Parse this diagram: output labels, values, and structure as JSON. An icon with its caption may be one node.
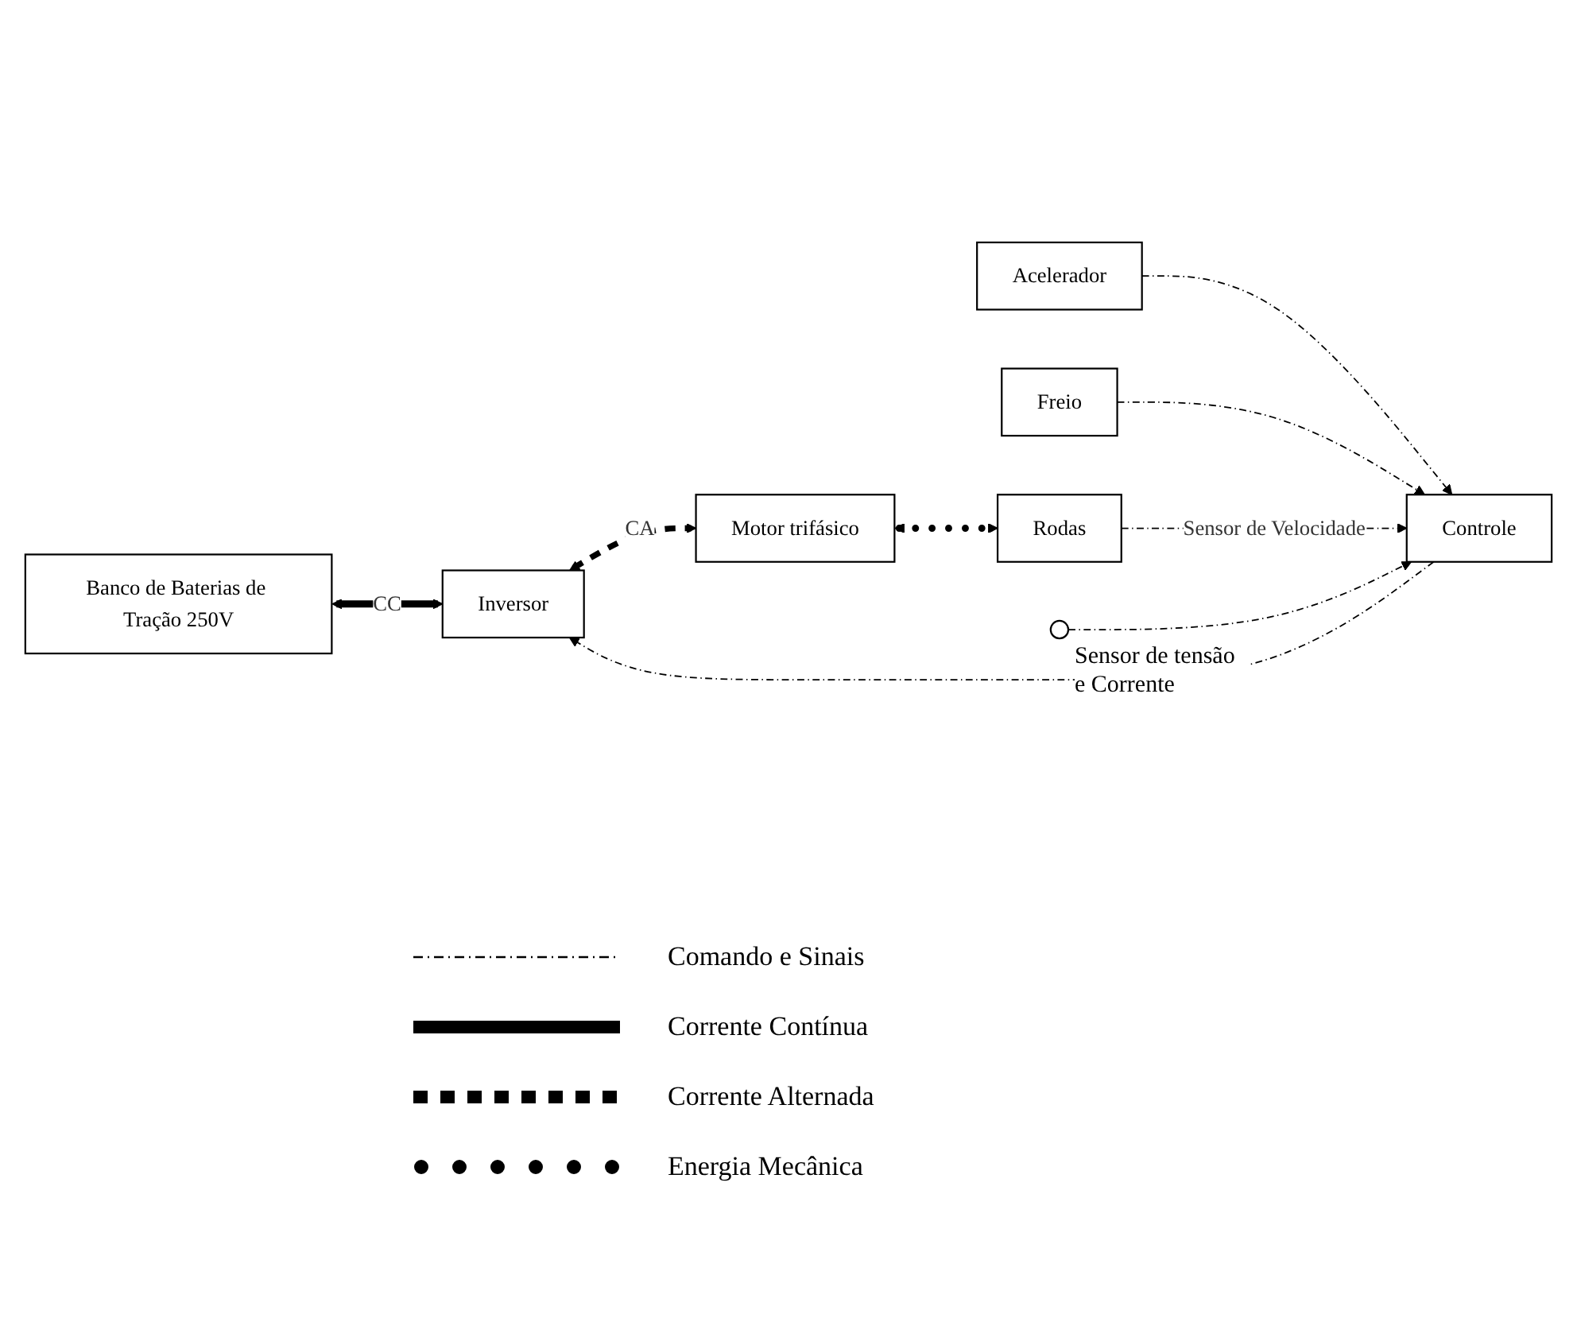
{
  "diagram": {
    "nodes": [
      {
        "text": [
          "Banco de Baterias de Tração 250V"
        ]
      },
      {
        "text": [
          "Inversor"
        ]
      },
      {
        "text": [],
        "shape": "circle",
        "beside": [
          "Sensor de tensão e Corrente"
        ]
      },
      {
        "text": [
          "Motor trifásico"
        ]
      },
      {
        "text": [
          "Acelerador"
        ]
      },
      {
        "text": [
          "Controle"
        ]
      },
      {
        "text": [
          "Rodas"
        ]
      },
      {
        "text": [
          "Freio"
        ]
      }
    ],
    "edges": [
      {
        "from": 0,
        "to": 1,
        "arrow": "both",
        "label": "CC",
        "style": "thick"
      },
      {
        "from": 1,
        "to": 3,
        "arrow": "both",
        "label": "CA",
        "style": "dashed"
      },
      {
        "from": 3,
        "to": 6,
        "arrow": "both",
        "style": "dashed"
      },
      {
        "from": 4,
        "to": 5,
        "arrow": "to",
        "style": "dashed"
      },
      {
        "from": 7,
        "to": 5,
        "arrow": "to",
        "style": "dashed"
      },
      {
        "from": 5,
        "to": 1,
        "arrow": "to",
        "style": "dashed"
      },
      {
        "from": 6,
        "to": 5,
        "arrow": "to",
        "label": "Sensor de Velocidade",
        "style": "dashed"
      },
      {
        "from": 2,
        "to": 5,
        "arrow": "to",
        "style": "dashed"
      }
    ],
    "legend": [
      {
        "text": "Comando e Sinais"
      },
      {
        "text": "Corrente Contínua"
      },
      {
        "text": "Corrente Alternada"
      },
      {
        "text": "Energia Mecânica"
      }
    ]
  }
}
